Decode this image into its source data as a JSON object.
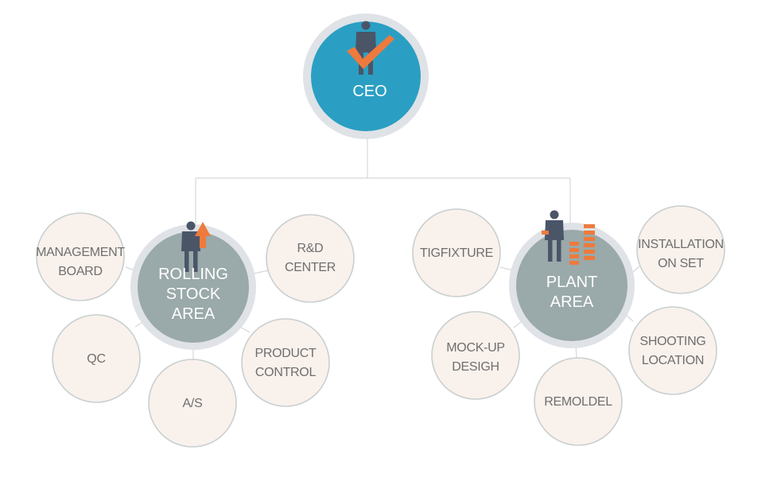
{
  "ceo": {
    "label": "CEO"
  },
  "departments": [
    {
      "lines": [
        "ROLLING",
        "STOCK",
        "AREA"
      ],
      "units": [
        {
          "lines": [
            "MANAGEMENT",
            "BOARD"
          ]
        },
        {
          "lines": [
            "R&D",
            "CENTER"
          ]
        },
        {
          "lines": [
            "QC"
          ]
        },
        {
          "lines": [
            "PRODUCT",
            "CONTROL"
          ]
        },
        {
          "lines": [
            "A/S"
          ]
        }
      ]
    },
    {
      "lines": [
        "PLANT",
        "AREA"
      ],
      "units": [
        {
          "lines": [
            "TIGFIXTURE"
          ]
        },
        {
          "lines": [
            "INSTALLATION",
            "ON SET"
          ]
        },
        {
          "lines": [
            "MOCK-UP",
            "DESIGH"
          ]
        },
        {
          "lines": [
            "SHOOTING",
            "LOCATION"
          ]
        },
        {
          "lines": [
            "REMOLDEL"
          ]
        }
      ]
    }
  ],
  "colors": {
    "ceo_fill": "#2a9fc3",
    "dept_fill": "#9aa9a9",
    "unit_fill": "#f9f1ec",
    "ring": "#dfe2e6",
    "accent": "#ee7a3d",
    "figure": "#4a5568"
  },
  "icons": {
    "ceo": "businessman-checkmark-icon",
    "rolling_stock": "businessman-arrow-up-icon",
    "plant": "businessman-building-icon"
  }
}
